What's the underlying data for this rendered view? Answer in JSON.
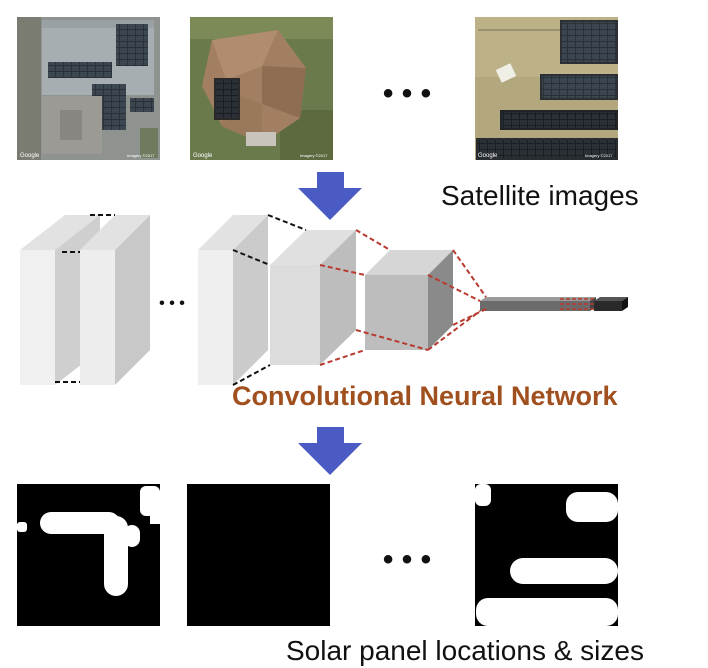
{
  "labels": {
    "satellite_images": "Satellite images",
    "cnn": "Convolutional Neural Network",
    "solar_panel_output": "Solar panel locations & sizes"
  },
  "ellipsis": "• • •",
  "layer_ellipsis": "• • •",
  "satellite_tiles": [
    {
      "watermark_left": "Google",
      "watermark_right": "Imagery ©2017"
    },
    {
      "watermark_left": "Google",
      "watermark_right": "Imagery ©2017"
    },
    {
      "watermark_left": "Google",
      "watermark_right": "Imagery ©2017"
    }
  ],
  "colors": {
    "arrow": "#4a5bc4",
    "cnn_label": "#a0501e",
    "dashed_red": "#b83a2e",
    "dashed_black": "#111111",
    "mask_background": "#000000",
    "mask_foreground": "#ffffff"
  },
  "icons": {
    "down_arrow": "down-arrow-icon"
  }
}
